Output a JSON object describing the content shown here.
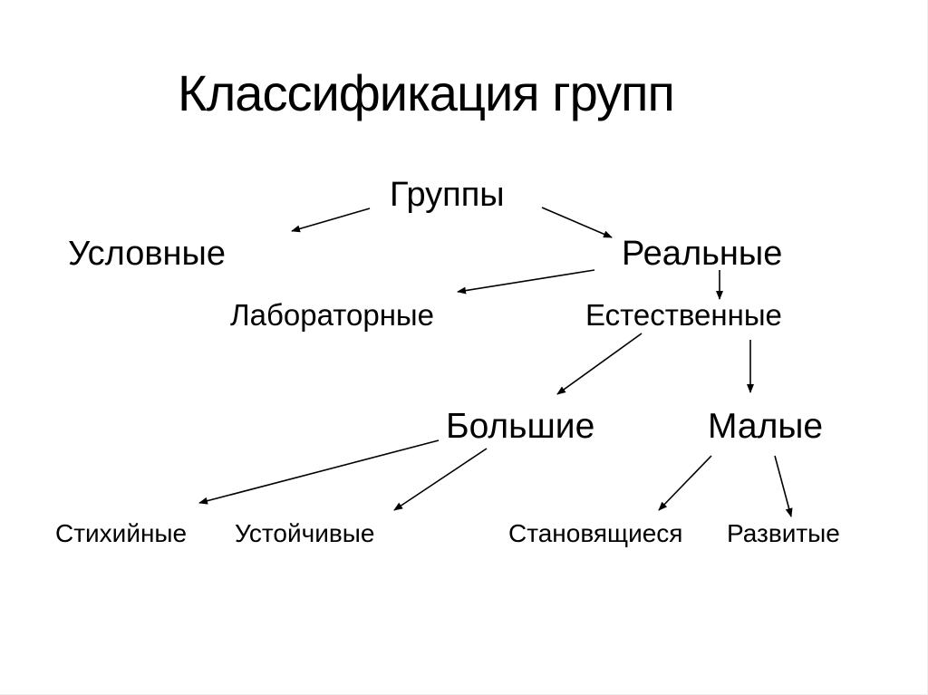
{
  "title": "Классификация групп",
  "nodes": {
    "root": "Группы",
    "conditional": "Условные",
    "real": "Реальные",
    "laboratory": "Лабораторные",
    "natural": "Естественные",
    "large": "Большие",
    "small": "Малые",
    "spontaneous": "Стихийные",
    "stable": "Устойчивые",
    "emerging": "Становящиеся",
    "developed": "Развитые"
  },
  "edges": [
    {
      "from": "Группы",
      "to": "Условные"
    },
    {
      "from": "Группы",
      "to": "Реальные"
    },
    {
      "from": "Реальные",
      "to": "Лабораторные"
    },
    {
      "from": "Реальные",
      "to": "Естественные"
    },
    {
      "from": "Естественные",
      "to": "Большие"
    },
    {
      "from": "Естественные",
      "to": "Малые"
    },
    {
      "from": "Большие",
      "to": "Стихийные"
    },
    {
      "from": "Большие",
      "to": "Устойчивые"
    },
    {
      "from": "Малые",
      "to": "Становящиеся"
    },
    {
      "from": "Малые",
      "to": "Развитые"
    }
  ],
  "colors": {
    "background": "#ffffff",
    "text": "#000000",
    "arrow": "#000000"
  }
}
